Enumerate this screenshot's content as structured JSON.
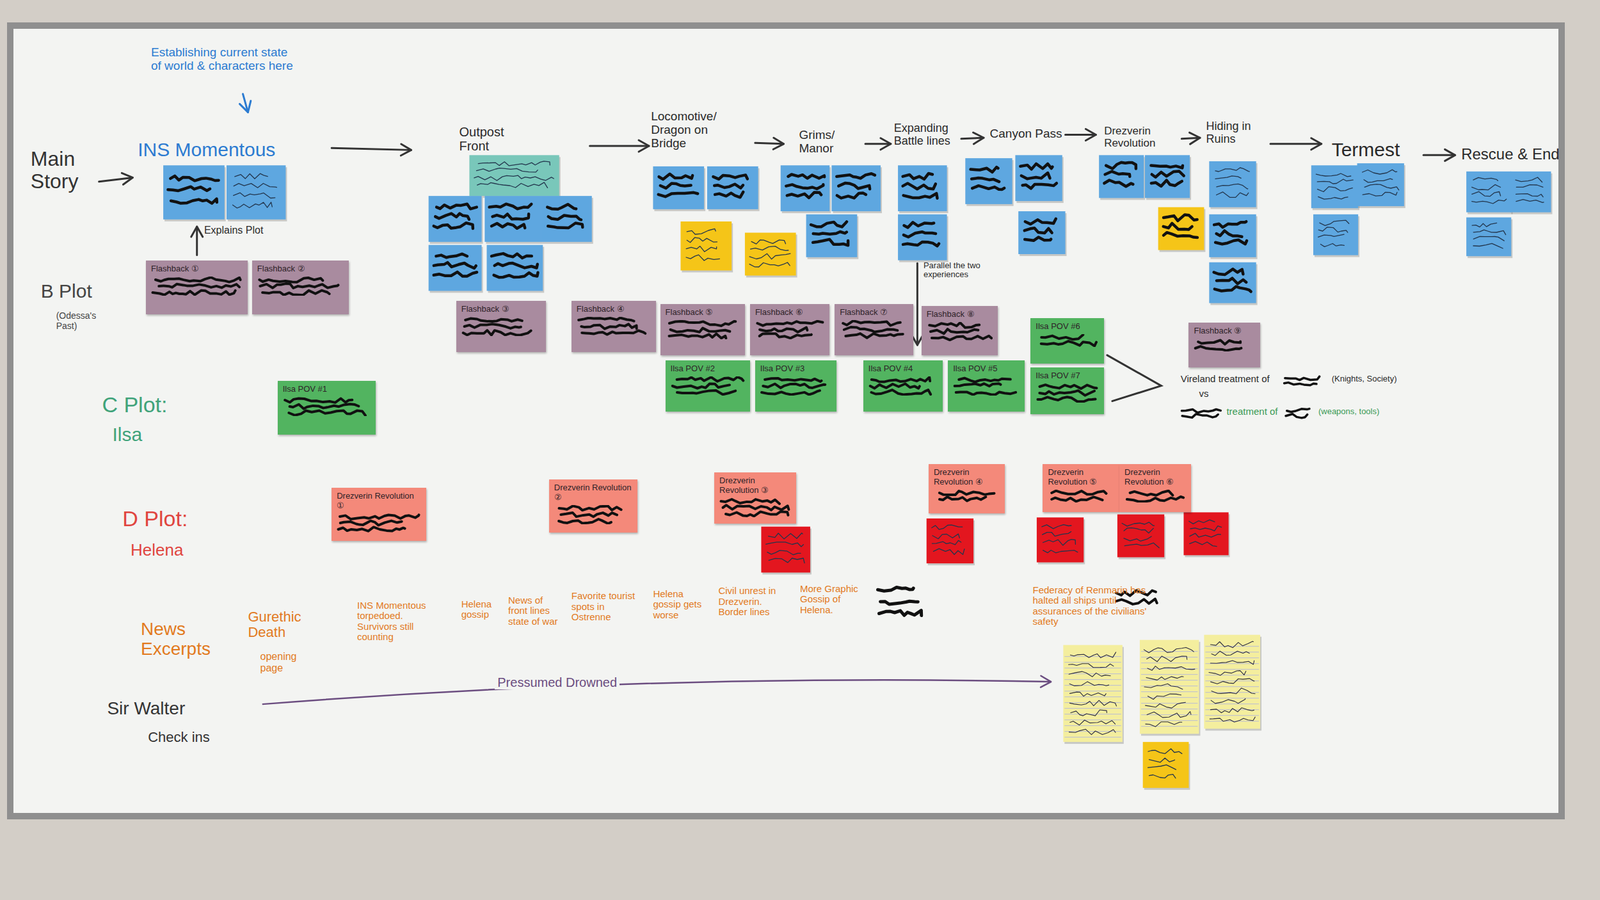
{
  "diagram": {
    "nodes": [
      {
        "text": [
          "Flashback ①"
        ]
      },
      {
        "text": [
          "Flashback ②"
        ]
      },
      {
        "text": [
          "Flashback ③"
        ]
      },
      {
        "text": [
          "Flashback ④"
        ]
      },
      {
        "text": [
          "Flashback ⑤"
        ]
      },
      {
        "text": [
          "Flashback ⑥"
        ]
      },
      {
        "text": [
          "Flashback ⑦"
        ]
      },
      {
        "text": [
          "Flashback ⑧"
        ]
      },
      {
        "text": [
          "Flashback ⑨"
        ]
      },
      {
        "text": [
          "Ilsa POV #1"
        ]
      },
      {
        "text": [
          "Ilsa POV #2"
        ]
      },
      {
        "text": [
          "Ilsa POV #3"
        ]
      },
      {
        "text": [
          "Ilsa POV #4"
        ]
      },
      {
        "text": [
          "Ilsa POV #5"
        ]
      },
      {
        "text": [
          "Ilsa POV #6"
        ]
      },
      {
        "text": [
          "Ilsa POV #7"
        ]
      },
      {
        "text": [
          "Drezverin Revolution ①"
        ]
      },
      {
        "text": [
          "Drezverin Revolution ②"
        ]
      },
      {
        "text": [
          "Drezverin Revolution ③"
        ]
      },
      {
        "text": [
          "Drezverin Revolution ④"
        ]
      },
      {
        "text": [
          "Drezverin Revolution ⑤"
        ]
      },
      {
        "text": [
          "Drezverin Revolution ⑥"
        ]
      }
    ],
    "labels": [
      "Establishing current state of world & characters here",
      "Main Story",
      "INS Momentous",
      "Outpost Front",
      "Locomotive/ Dragon on Bridge",
      "Grims/ Manor",
      "Expanding Battle lines",
      "Canyon Pass",
      "Drezverin Revolution",
      "Hiding in Ruins",
      "Termest",
      "Rescue & End",
      "Explains Plot",
      "B Plot",
      "(Odessa's Past)",
      "Parallel the two experiences",
      "C Plot:",
      "Ilsa",
      "Vireland treatment of",
      "(Knights, Society)",
      "vs",
      "treatment of",
      "(weapons, tools)",
      "D Plot:",
      "Helena",
      "News Excerpts",
      "Gurethic Death",
      "opening page",
      "INS Momentous torpedoed. Survivors still counting",
      "Helena gossip",
      "News of front lines state of war",
      "Favorite tourist spots in Ostrenne",
      "Helena gossip gets worse",
      "Civil unrest in Drezverin. Border lines",
      "More Graphic Gossip of Helena.",
      "Federacy of Renmarin has halted all ships until assurances of the civilians' safety",
      "Sir Walter",
      "Check ins",
      "Pressumed Drowned"
    ]
  }
}
